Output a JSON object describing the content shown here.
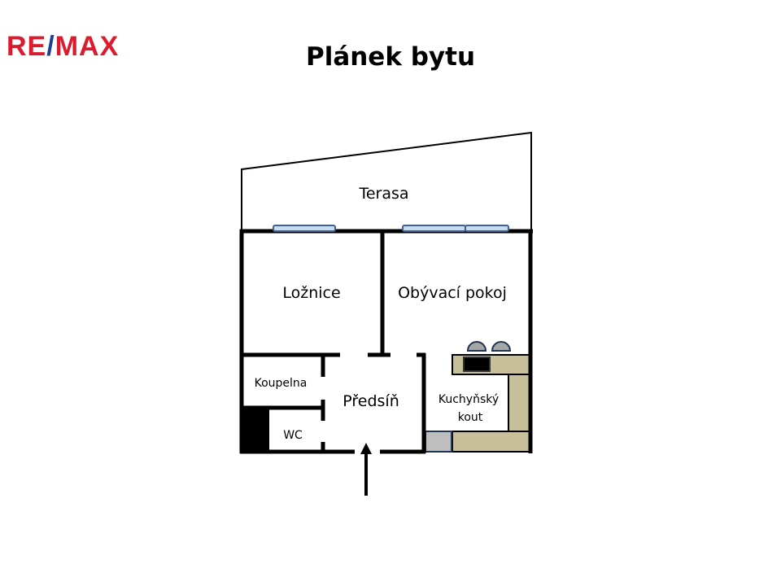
{
  "logo": {
    "part1": "RE",
    "slash": "/",
    "part2": "MAX"
  },
  "title": "Plánek bytu",
  "rooms": {
    "terrace": "Terasa",
    "bedroom": "Ložnice",
    "living_room": "Obývací pokoj",
    "bathroom": "Koupelna",
    "hallway": "Předsíň",
    "wc": "WC",
    "kitchen_line1": "Kuchyňský",
    "kitchen_line2": "kout"
  },
  "colors": {
    "wall": "#000000",
    "window_fill": "#c6dcf2",
    "window_stroke": "#41608a",
    "counter": "#c8bf9b",
    "appliance": "#bfbfbf",
    "logo_red": "#dc1c2e",
    "logo_blue": "#1d3f9a"
  }
}
